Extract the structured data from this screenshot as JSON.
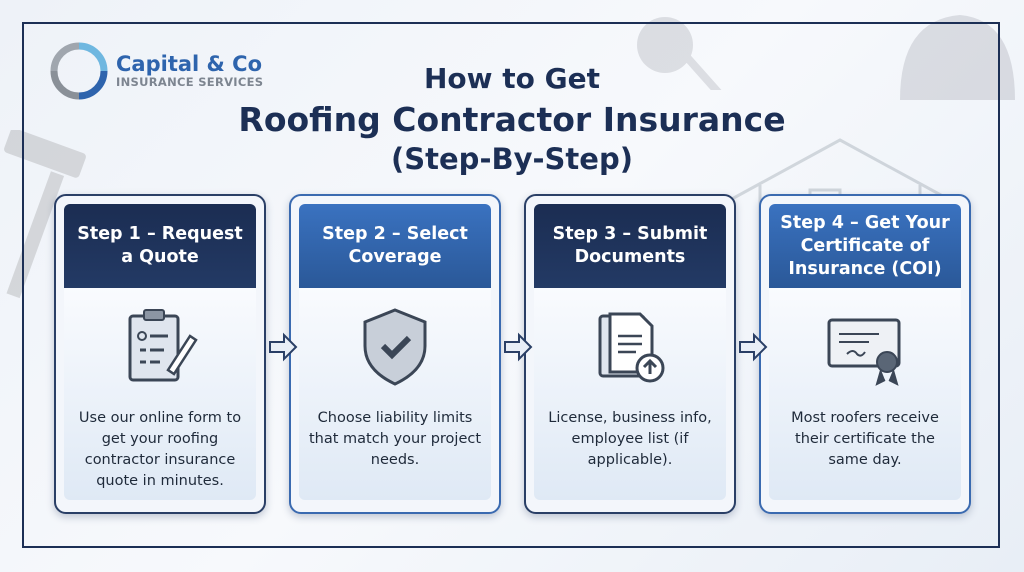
{
  "logo": {
    "name": "Capital & Co",
    "tagline": "INSURANCE SERVICES"
  },
  "title": {
    "line1": "How to Get",
    "line2": "Roofing Contractor Insurance",
    "line3": "(Step-By-Step)"
  },
  "steps": [
    {
      "title": "Step 1 – Request a Quote",
      "icon": "clipboard-form-icon",
      "description": "Use our online form to get your roofing contractor insurance quote in minutes."
    },
    {
      "title": "Step 2 – Select Coverage",
      "icon": "shield-check-icon",
      "description": "Choose liability limits that match your project needs."
    },
    {
      "title": "Step 3 – Submit Documents",
      "icon": "document-upload-icon",
      "description": "License, business info, employee list (if applicable)."
    },
    {
      "title": "Step 4 – Get Your Certificate of Insurance (COI)",
      "icon": "certificate-icon",
      "description": "Most roofers receive their certificate the same day."
    }
  ],
  "colors": {
    "navy": "#1c2f55",
    "blue": "#2e64ad"
  }
}
